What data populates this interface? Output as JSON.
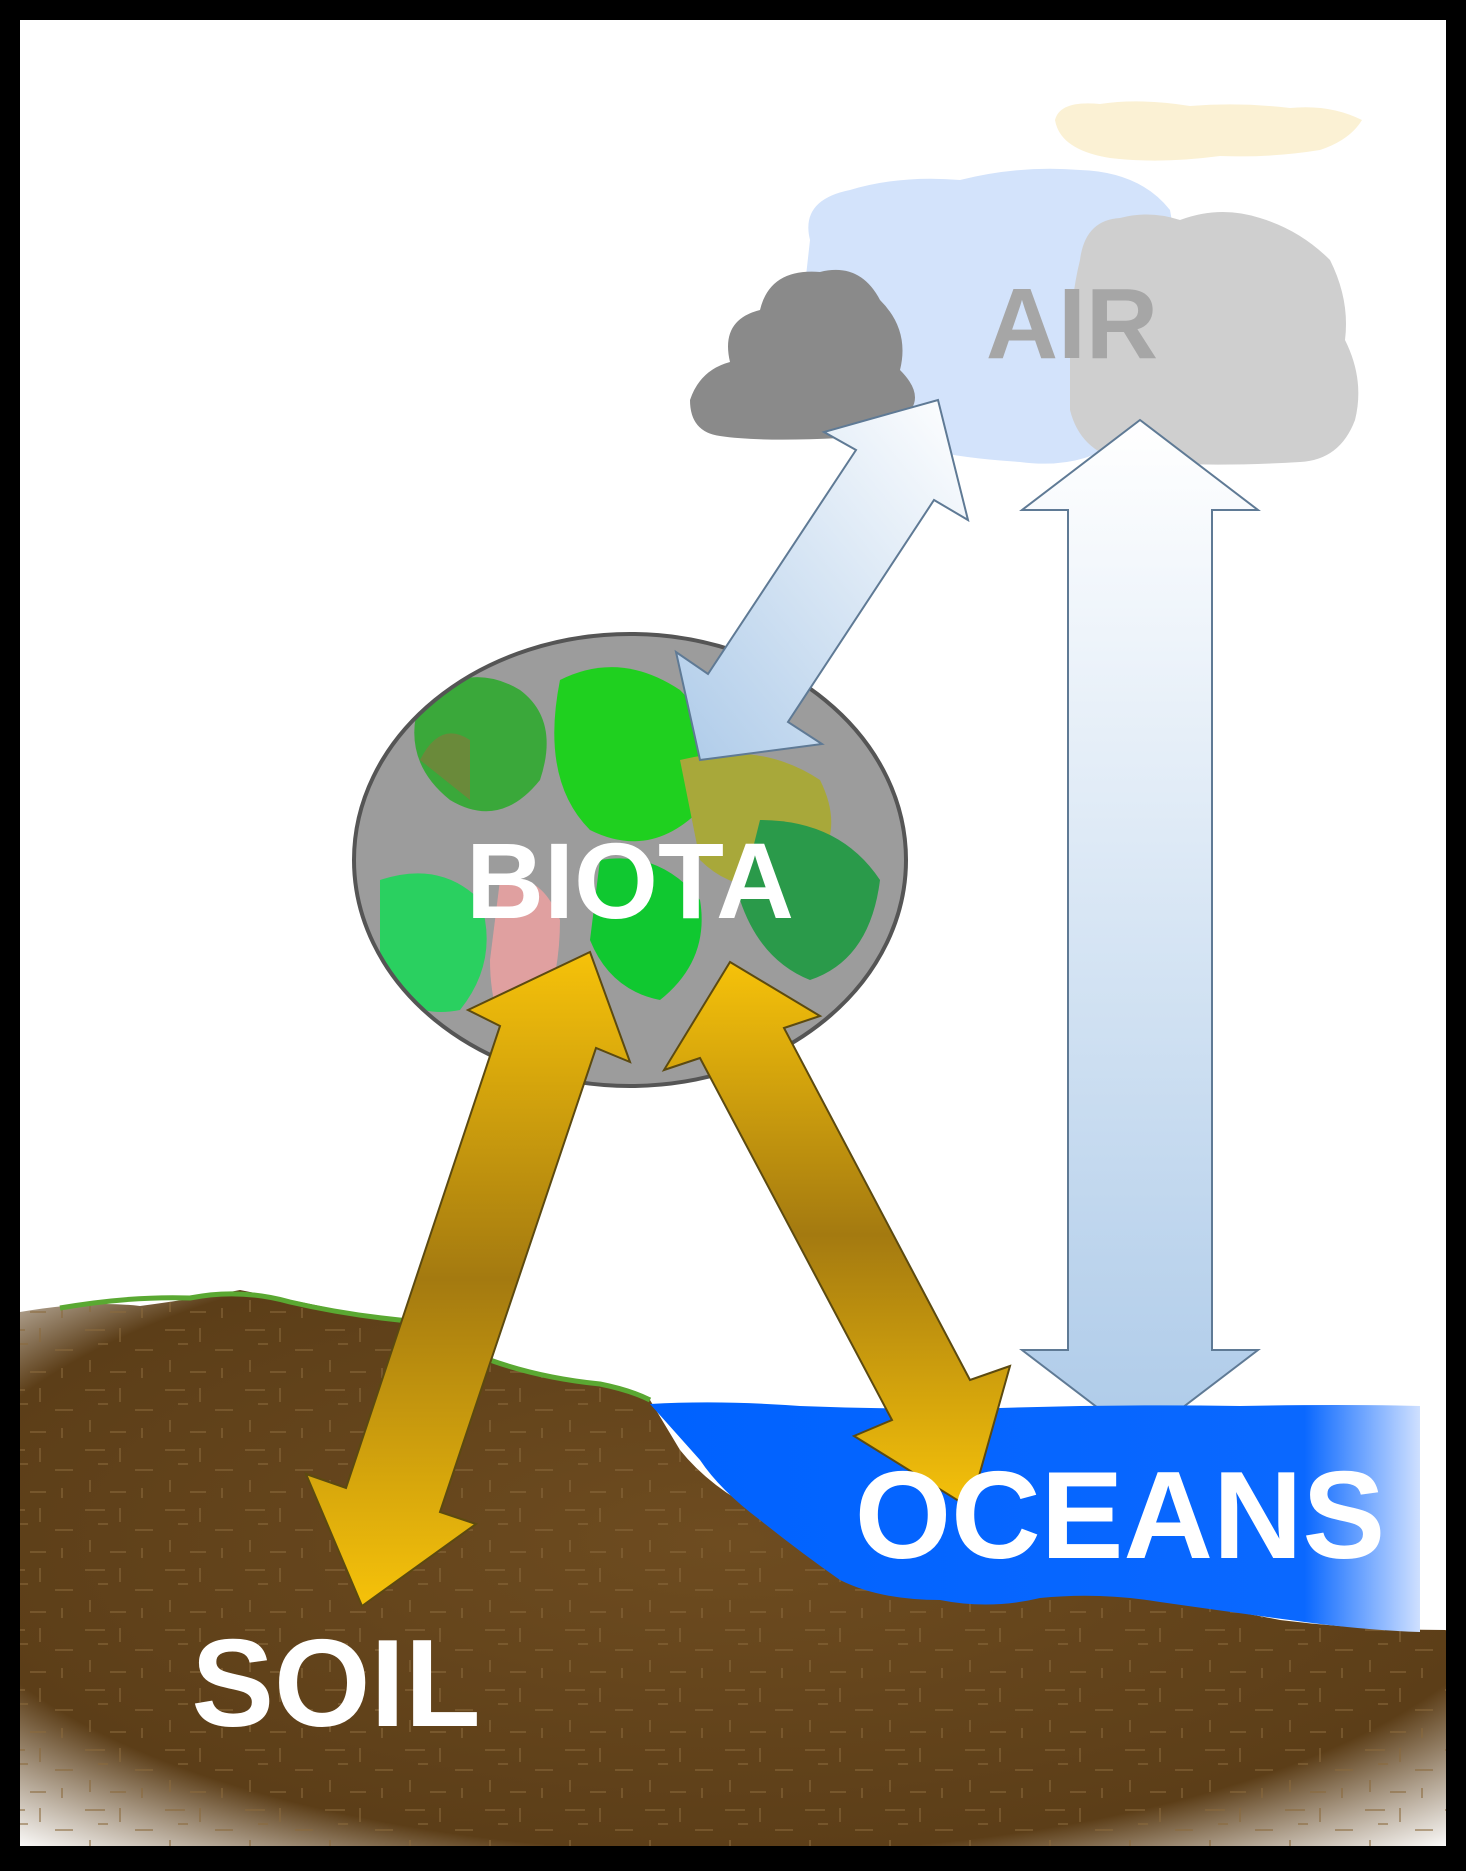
{
  "labels": {
    "air": "AIR",
    "biota": "BIOTA",
    "soil": "SOIL",
    "oceans": "OCEANS"
  },
  "colors": {
    "frame": "#000000",
    "background": "#ffffff",
    "soil": "#6b4a1f",
    "grass": "#5aa832",
    "ocean": "#0062ff",
    "air_label": "#a6a6a6",
    "cloud_dark": "#8a8a8a",
    "cloud_light": "#cfcfcf",
    "sky": "#d3e3fb",
    "haze": "#fbf1d4",
    "arrow_gold": "#f3bc0c",
    "arrow_blue": "#b7d1eb",
    "text_white": "#ffffff"
  },
  "icons": [
    "cloud-dark-icon",
    "cloud-light-icon",
    "forest-globe-icon"
  ]
}
